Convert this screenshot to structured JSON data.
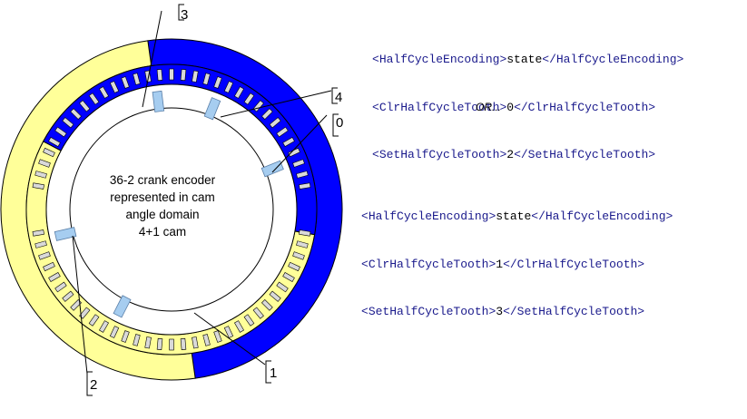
{
  "diagram": {
    "center_label": [
      "36-2 crank encoder",
      "represented in cam",
      "angle domain",
      "4+1 cam"
    ],
    "callouts": [
      "3",
      "4",
      "0",
      "2",
      "1"
    ],
    "colors": {
      "blue": "#0000ff",
      "yellow": "#ffff99",
      "sensor": "#a6cdf0",
      "outline": "#000000"
    }
  },
  "xml_block_1": [
    {
      "open": "HalfCycleEncoding",
      "value": "state",
      "close": "HalfCycleEncoding"
    },
    {
      "open": "ClrHalfCycleTooth",
      "value": "0",
      "close": "ClrHalfCycleTooth"
    },
    {
      "open": "SetHalfCycleTooth",
      "value": "2",
      "close": "SetHalfCycleTooth"
    }
  ],
  "or_text": "OR...",
  "xml_block_2": [
    {
      "open": "HalfCycleEncoding",
      "value": "state",
      "close": "HalfCycleEncoding"
    },
    {
      "open": "ClrHalfCycleTooth",
      "value": "1",
      "close": "ClrHalfCycleTooth"
    },
    {
      "open": "SetHalfCycleTooth",
      "value": "3",
      "close": "SetHalfCycleTooth"
    }
  ]
}
